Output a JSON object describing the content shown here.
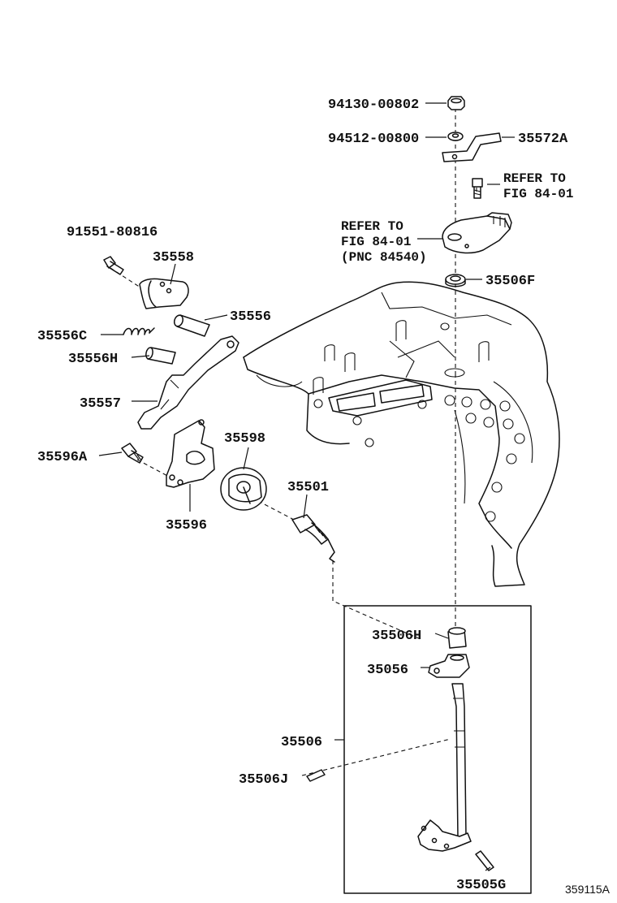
{
  "figure_id": "359115A",
  "parts": {
    "p94130": "94130-00802",
    "p94512": "94512-00800",
    "p35572A": "35572A",
    "p91551": "91551-80816",
    "p35558": "35558",
    "p35556": "35556",
    "p35556C": "35556C",
    "p35556H": "35556H",
    "p35557": "35557",
    "p35596A": "35596A",
    "p35598": "35598",
    "p35501": "35501",
    "p35596": "35596",
    "p35506F": "35506F",
    "p35506H": "35506H",
    "p35056": "35056",
    "p35506": "35506",
    "p35506J": "35506J",
    "p35505G": "35505G"
  },
  "refs": {
    "right": {
      "line1": "REFER TO",
      "line2": "FIG 84-01"
    },
    "left": {
      "line1": "REFER TO",
      "line2": "FIG 84-01",
      "line3": "(PNC 84540)"
    }
  }
}
